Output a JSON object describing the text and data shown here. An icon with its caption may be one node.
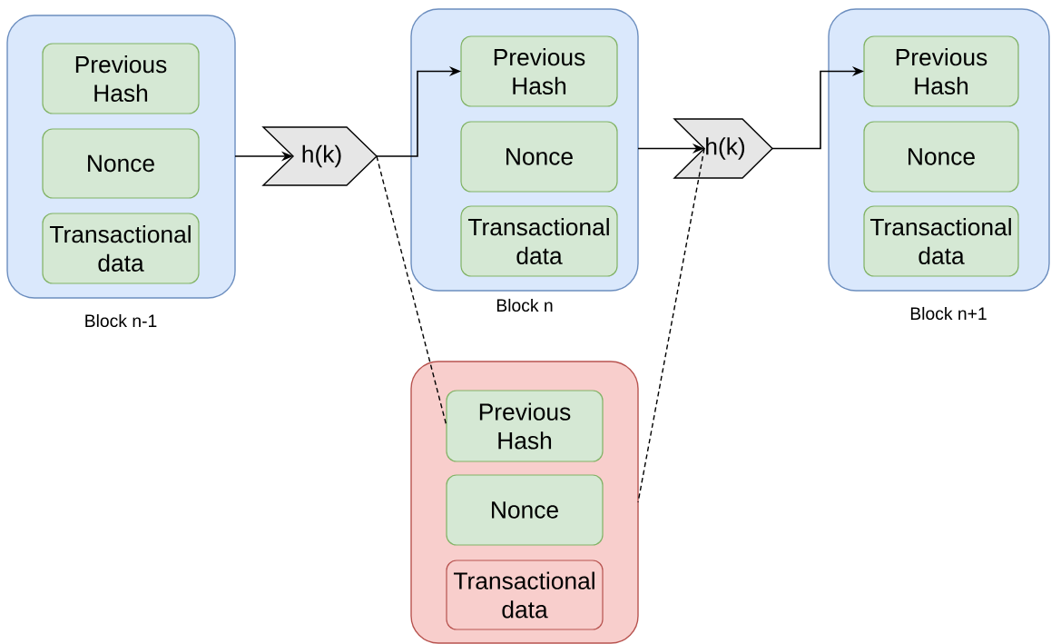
{
  "diagram": {
    "nodes": [
      {
        "text": [
          "Block n-1"
        ]
      },
      {
        "text": [
          "Previous Hash"
        ],
        "in": 0
      },
      {
        "text": [
          "Nonce"
        ],
        "in": 0
      },
      {
        "text": [
          "Transactional data"
        ],
        "in": 0
      },
      {
        "text": [
          "h(k)"
        ]
      },
      {
        "text": [
          "Block n"
        ]
      },
      {
        "text": [
          "Previous Hash"
        ],
        "in": 5
      },
      {
        "text": [
          "Nonce"
        ],
        "in": 5
      },
      {
        "text": [
          "Transactional data"
        ],
        "in": 5
      },
      {
        "text": [
          "h(k)"
        ]
      },
      {
        "text": [
          "Block n+1"
        ]
      },
      {
        "text": [
          "Previous Hash"
        ],
        "in": 10
      },
      {
        "text": [
          "Nonce"
        ],
        "in": 10
      },
      {
        "text": [
          "Transactional data"
        ],
        "in": 10
      },
      {
        "text": [],
        "shape": "box"
      },
      {
        "text": [
          "Previous Hash"
        ],
        "in": 14
      },
      {
        "text": [
          "Nonce"
        ],
        "in": 14
      },
      {
        "text": [
          "Transactional data"
        ],
        "in": 14
      }
    ],
    "edges": [
      {
        "from": 0,
        "to": 4,
        "arrow": "to"
      },
      {
        "from": 4,
        "to": 6,
        "arrow": "to"
      },
      {
        "from": 5,
        "to": 9,
        "arrow": "to"
      },
      {
        "from": 9,
        "to": 11,
        "arrow": "to"
      },
      {
        "from": 4,
        "to": 15,
        "arrow": "none",
        "style": "dashed"
      },
      {
        "from": 9,
        "to": 14,
        "arrow": "none",
        "style": "dashed"
      }
    ]
  }
}
